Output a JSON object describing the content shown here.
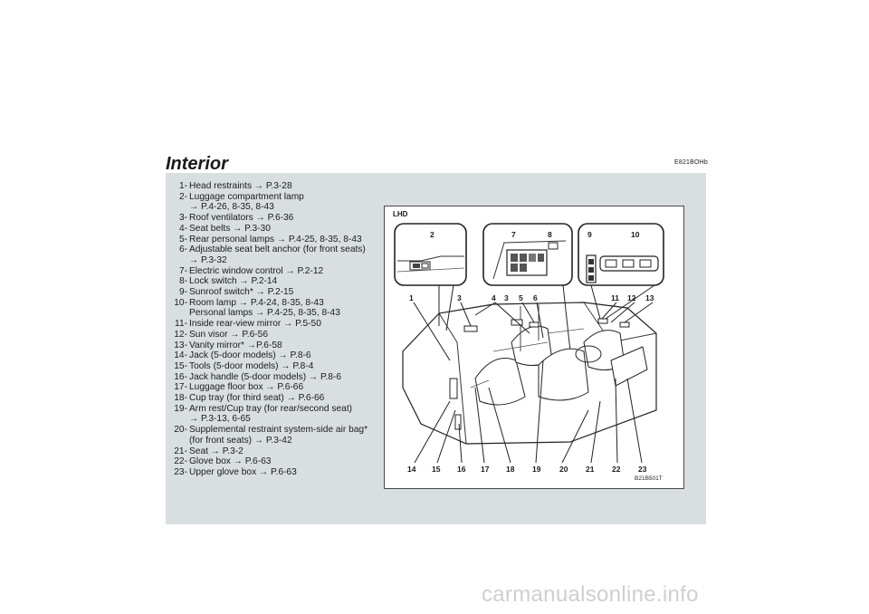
{
  "page": {
    "title": "Interior",
    "code": "E821BOHb"
  },
  "items": [
    {
      "num": "1-",
      "text": "Head restraints → P.3-28"
    },
    {
      "num": "2-",
      "text": "Luggage compartment lamp",
      "cont": "→ P.4-26, 8-35, 8-43"
    },
    {
      "num": "3-",
      "text": "Roof ventilators → P.6-36"
    },
    {
      "num": "4-",
      "text": "Seat belts → P.3-30"
    },
    {
      "num": "5-",
      "text": "Rear personal lamps → P.4-25, 8-35, 8-43"
    },
    {
      "num": "6-",
      "text": "Adjustable seat belt anchor (for front seats)",
      "cont": "→ P.3-32"
    },
    {
      "num": "7-",
      "text": "Electric window control → P.2-12"
    },
    {
      "num": "8-",
      "text": "Lock switch → P.2-14"
    },
    {
      "num": "9-",
      "text": "Sunroof switch* → P.2-15"
    },
    {
      "num": "10-",
      "text": "Room lamp → P.4-24, 8-35, 8-43",
      "cont": "Personal lamps → P.4-25, 8-35, 8-43"
    },
    {
      "num": "11-",
      "text": "Inside rear-view mirror → P.5-50"
    },
    {
      "num": "12-",
      "text": "Sun visor → P.6-56"
    },
    {
      "num": "13-",
      "text": "Vanity mirror* →P.6-58"
    },
    {
      "num": "14-",
      "text": "Jack (5-door models) → P.8-6"
    },
    {
      "num": "15-",
      "text": "Tools (5-door models) → P.8-4"
    },
    {
      "num": "16-",
      "text": "Jack handle (5-door models) → P.8-6"
    },
    {
      "num": "17-",
      "text": "Luggage floor box → P.6-66"
    },
    {
      "num": "18-",
      "text": "Cup tray (for third seat) → P.6-66"
    },
    {
      "num": "19-",
      "text": "Arm rest/Cup tray (for rear/second seat)",
      "cont": "→ P.3-13, 6-65"
    },
    {
      "num": "20-",
      "text": "Supplemental restraint system-side air bag*",
      "cont": "(for front seats) → P.3-42"
    },
    {
      "num": "21-",
      "text": "Seat → P.3-2"
    },
    {
      "num": "22-",
      "text": "Glove box → P.6-63"
    },
    {
      "num": "23-",
      "text": "Upper glove box → P.6-63"
    }
  ],
  "figure": {
    "region_label": "LHD",
    "code": "B21B501T",
    "top_callouts": [
      "2",
      "7",
      "8",
      "9",
      "10"
    ],
    "mid_callouts": [
      "1",
      "3",
      "4",
      "3",
      "5",
      "6",
      "11",
      "12",
      "13"
    ],
    "bottom_callouts": [
      "14",
      "15",
      "16",
      "17",
      "18",
      "19",
      "20",
      "21",
      "22",
      "23"
    ]
  },
  "watermark": "carmanualsonline.info"
}
